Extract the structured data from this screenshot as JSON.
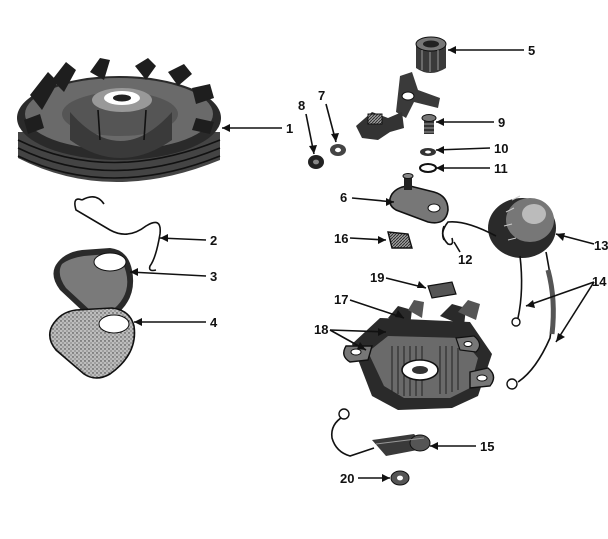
{
  "diagram": {
    "callouts": [
      {
        "id": "1",
        "text": "1"
      },
      {
        "id": "2",
        "text": "2"
      },
      {
        "id": "3",
        "text": "3"
      },
      {
        "id": "4",
        "text": "4"
      },
      {
        "id": "5",
        "text": "5"
      },
      {
        "id": "6",
        "text": "6"
      },
      {
        "id": "7",
        "text": "7"
      },
      {
        "id": "8",
        "text": "8"
      },
      {
        "id": "9",
        "text": "9"
      },
      {
        "id": "10",
        "text": "10"
      },
      {
        "id": "11",
        "text": "11"
      },
      {
        "id": "12",
        "text": "12"
      },
      {
        "id": "13",
        "text": "13"
      },
      {
        "id": "14",
        "text": "14"
      },
      {
        "id": "15",
        "text": "15"
      },
      {
        "id": "16",
        "text": "16"
      },
      {
        "id": "17",
        "text": "17"
      },
      {
        "id": "18",
        "text": "18"
      },
      {
        "id": "19",
        "text": "19"
      },
      {
        "id": "20",
        "text": "20"
      }
    ]
  }
}
